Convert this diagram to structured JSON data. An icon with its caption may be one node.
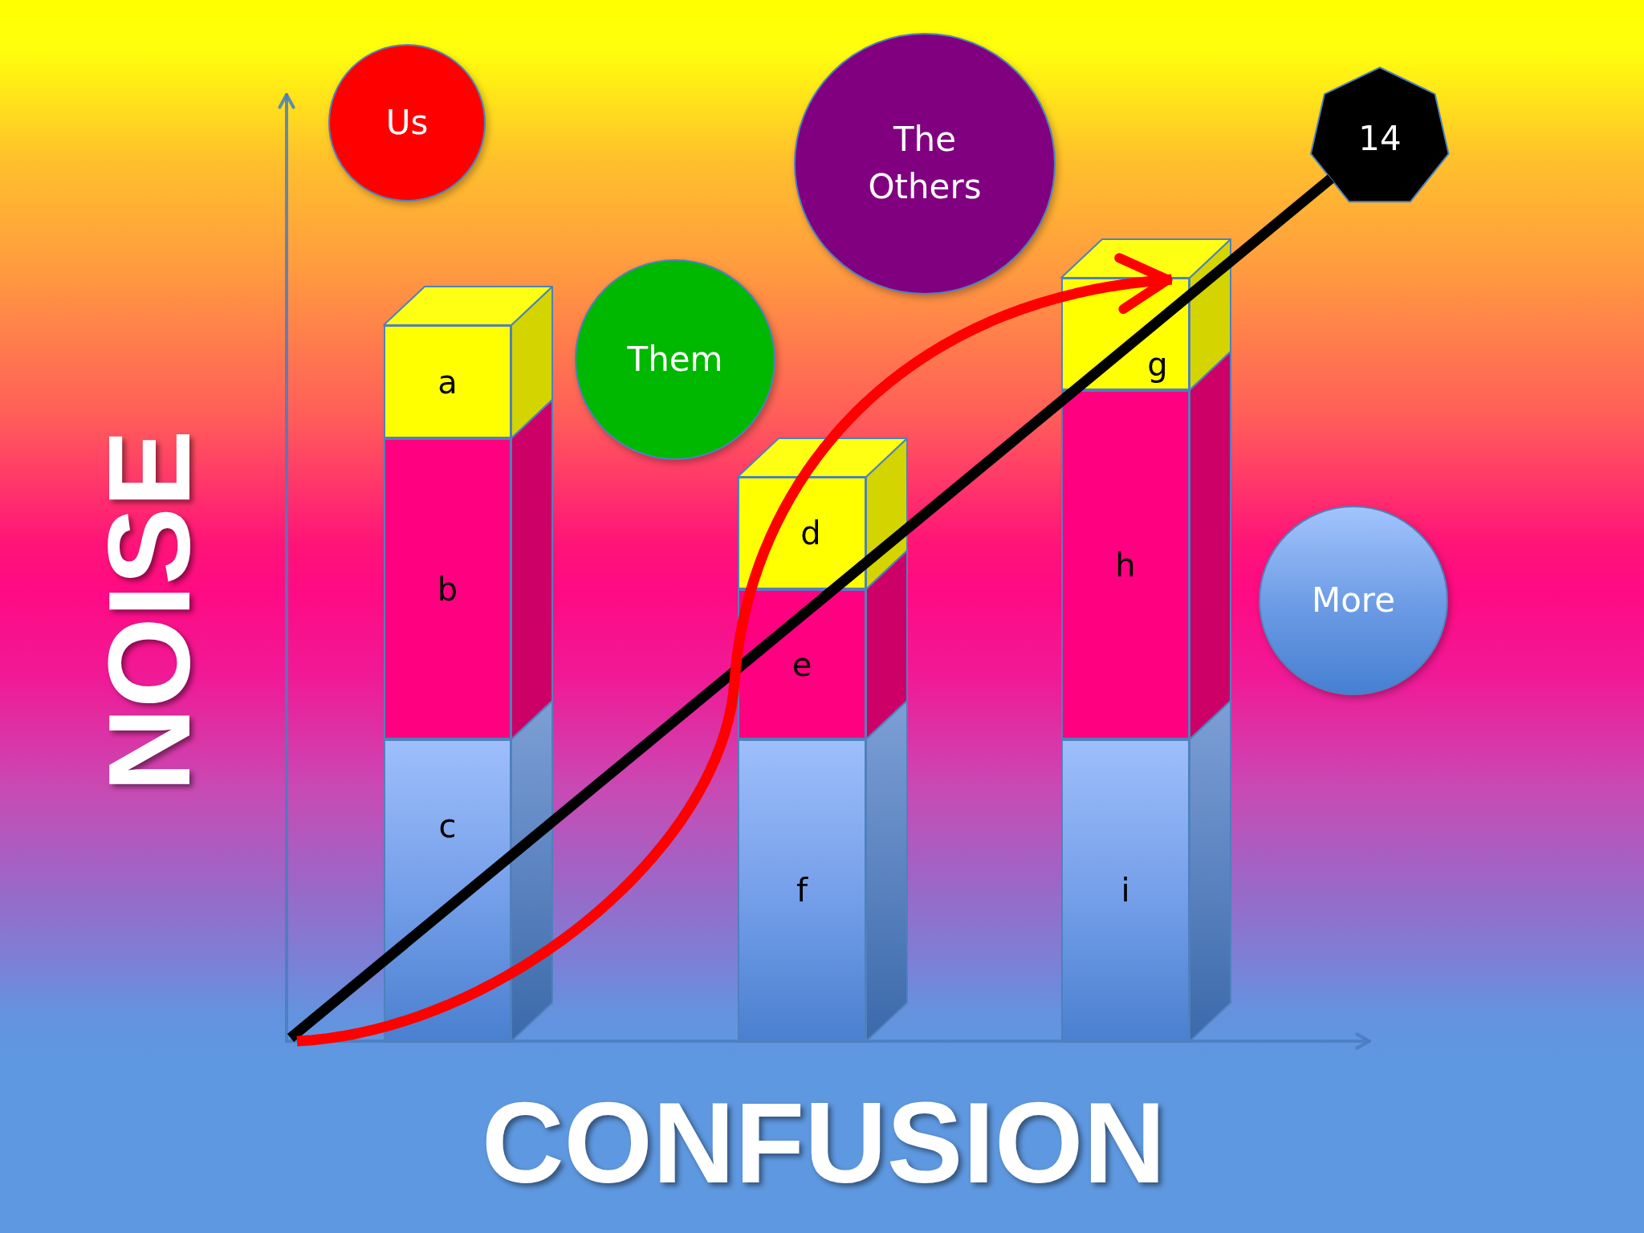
{
  "diagram": {
    "nodes": [
      {
        "text": [
          "Us"
        ]
      },
      {
        "text": [
          "The Others"
        ]
      },
      {
        "text": [
          "14"
        ]
      },
      {
        "text": [
          "Them"
        ]
      },
      {
        "text": [
          "a"
        ]
      },
      {
        "text": [
          "b"
        ]
      },
      {
        "text": [
          "c"
        ]
      },
      {
        "text": [
          "d"
        ]
      },
      {
        "text": [
          "e"
        ]
      },
      {
        "text": [
          "f"
        ]
      },
      {
        "text": [
          "g"
        ]
      },
      {
        "text": [
          "h"
        ]
      },
      {
        "text": [
          "i"
        ]
      },
      {
        "text": [
          "More"
        ]
      }
    ],
    "edges": [
      {
        "from": null,
        "to": 2,
        "arrow": "none",
        "color": "#000000"
      },
      {
        "from": null,
        "to": 10,
        "arrow": "to",
        "color": "#ff0000"
      }
    ],
    "labels": [
      "NOISE",
      "CONFUSION"
    ]
  }
}
